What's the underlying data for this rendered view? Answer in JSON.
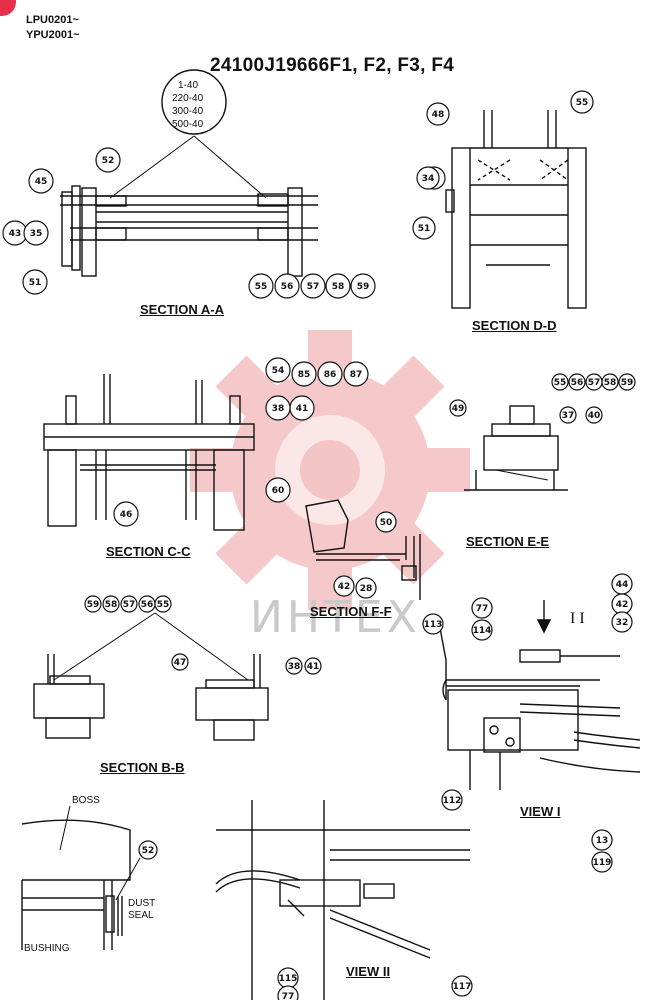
{
  "header": {
    "model_line_1": "LPU0201~",
    "model_line_2": "YPU2001~",
    "title": "24100J19666F1, F2, F3, F4"
  },
  "callout_bubble": [
    "1-40",
    "220-40",
    "300-40",
    "500-40"
  ],
  "sections": {
    "aa": "SECTION A-A",
    "dd": "SECTION  D-D",
    "cc": "SECTION C-C",
    "ee": "SECTION E-E",
    "ff": "SECTION  F-F",
    "bb": "SECTION  B-B",
    "view1": "VIEW I",
    "view2": "VIEW II"
  },
  "view_marker": "I I",
  "detail_labels": {
    "boss": "BOSS",
    "dust_seal_1": "DUST",
    "dust_seal_2": "SEAL",
    "bushing": "BUSHING"
  },
  "watermark_text": "ИНТЕХ",
  "colors": {
    "ink": "#111111",
    "watermark": "#f2b7b7",
    "corner_badge": "#e8304b"
  },
  "part_numbers": {
    "aa": [
      "52",
      "45",
      "43",
      "35",
      "51",
      "55",
      "56",
      "57",
      "58",
      "59"
    ],
    "dd": [
      "48",
      "55",
      "43",
      "34",
      "51"
    ],
    "cc": [
      "54",
      "85",
      "86",
      "87",
      "38",
      "41",
      "60",
      "46"
    ],
    "ee": [
      "55",
      "56",
      "57",
      "58",
      "59",
      "49",
      "37",
      "40"
    ],
    "ff": [
      "50",
      "42",
      "28"
    ],
    "bb": [
      "59",
      "58",
      "57",
      "56",
      "55",
      "47",
      "38",
      "41"
    ],
    "view1": [
      "44",
      "42",
      "32",
      "77",
      "114",
      "113",
      "112",
      "13",
      "119"
    ],
    "detail": [
      "52"
    ],
    "view2": [
      "115",
      "77",
      "117"
    ]
  }
}
